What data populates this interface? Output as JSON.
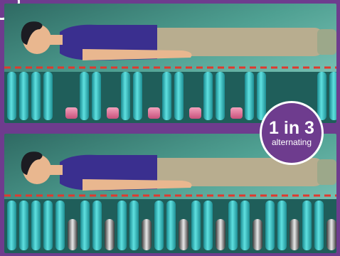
{
  "badge": {
    "ratio_label": "1 in 3",
    "mode_label": "alternating"
  },
  "colors": {
    "frame_purple": "#6e3c8e",
    "cell_teal": "#35c6c9",
    "deflated_pink": "#e2789a",
    "deflated_gray": "#cfcfcf",
    "pressure_line_red": "#e0392e",
    "shirt_blue": "#3a2f8f",
    "trousers_tan": "#b8ad8f",
    "skin": "#e9b78f"
  },
  "illustration": {
    "top_panel": "mattress-with-pink-deflated-cells",
    "bottom_panel": "mattress-with-gray-deflated-cells"
  }
}
